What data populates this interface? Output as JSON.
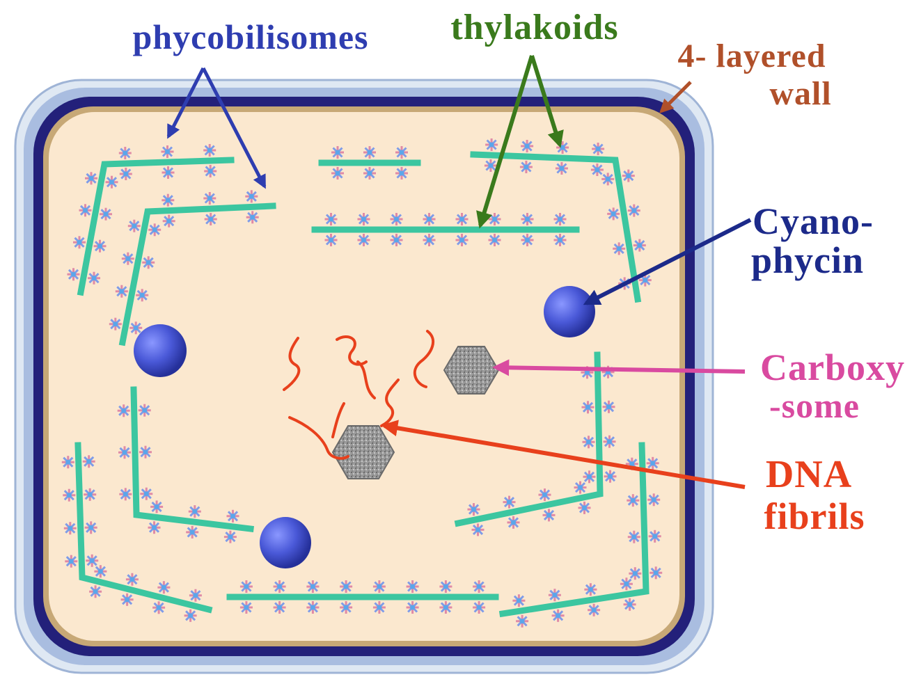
{
  "labels": {
    "phycobilisomes": "phycobilisomes",
    "thylakoids": "thylakoids",
    "wall_line1": "4- layered",
    "wall_line2": "wall",
    "cyanophycin_line1": "Cyano-",
    "cyanophycin_line2": "phycin",
    "carboxysome_line1": "Carboxy",
    "carboxysome_line2": "-some",
    "dna_line1": "DNA",
    "dna_line2": "fibrils"
  },
  "colors": {
    "phycobilisomes": "#2e3db0",
    "thylakoids": "#3a7a1c",
    "wall": "#b0502a",
    "cyanophycin": "#1c2a8a",
    "carboxysome": "#d94aa0",
    "dna": "#e8401c",
    "thylakoid_membrane": "#3cc6a0",
    "cytoplasm": "#fbe8cf",
    "wall_dark": "#23207a",
    "wall_outer": "#9fb4d6"
  }
}
